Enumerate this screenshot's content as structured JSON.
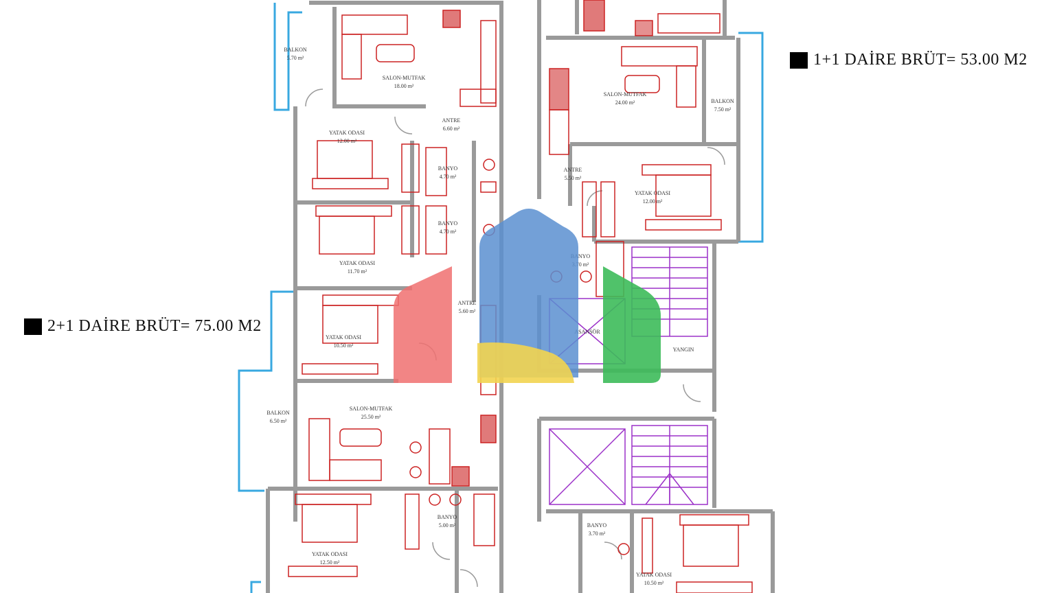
{
  "legends": {
    "one_plus_one": "1+1 DAİRE BRÜT= 53.00 M2",
    "two_plus_one": "2+1 DAİRE BRÜT= 75.00 M2"
  },
  "rooms": {
    "balkon_a": "BALKON",
    "balkon_a_area": "5.70 m²",
    "salon_a": "SALON-MUTFAK",
    "salon_a_area": "18.00 m²",
    "antre_a": "ANTRE",
    "antre_a_area": "6.60 m²",
    "yatak_a": "YATAK ODASI",
    "yatak_a_area": "12.00 m²",
    "banyo_a": "BANYO",
    "banyo_a_area": "4.70 m²",
    "banyo_b": "BANYO",
    "banyo_b_area": "4.70 m²",
    "yatak_b": "YATAK ODASI",
    "yatak_b_area": "11.70 m²",
    "antre_b": "ANTRE",
    "antre_b_area": "5.60 m²",
    "yatak_c": "YATAK ODASI",
    "yatak_c_area": "10.50 m²",
    "balkon_b": "BALKON",
    "balkon_b_area": "6.50 m²",
    "salon_b": "SALON-MUTFAK",
    "salon_b_area": "25.50 m²",
    "banyo_c": "BANYO",
    "banyo_c_area": "5.00 m²",
    "yatak_d": "YATAK ODASI",
    "yatak_d_area": "12.50 m²",
    "salon_c": "SALON-MUTFAK",
    "salon_c_area": "24.00 m²",
    "balkon_c": "BALKON",
    "balkon_c_area": "7.50 m²",
    "antre_c": "ANTRE",
    "antre_c_area": "5.50 m²",
    "yatak_e": "YATAK ODASI",
    "yatak_e_area": "12.00 m²",
    "banyo_d": "BANYO",
    "banyo_d_area": "3.70 m²",
    "asansor": "ASANSÖR",
    "yangin": "YANGIN",
    "banyo_e": "BANYO",
    "banyo_e_area": "3.70 m²",
    "yatak_f": "YATAK ODASI",
    "yatak_f_area": "10.50 m²"
  },
  "colors": {
    "wall": "#9a9a9a",
    "furniture": "#cc2222",
    "balcony": "#38a8e0",
    "stairs": "#9b30c8",
    "elevator": "#9b30c8",
    "watermark_blue": "#5b8fd0",
    "watermark_red": "#f07070",
    "watermark_yellow": "#f2d450",
    "watermark_green": "#3dbb5a"
  }
}
